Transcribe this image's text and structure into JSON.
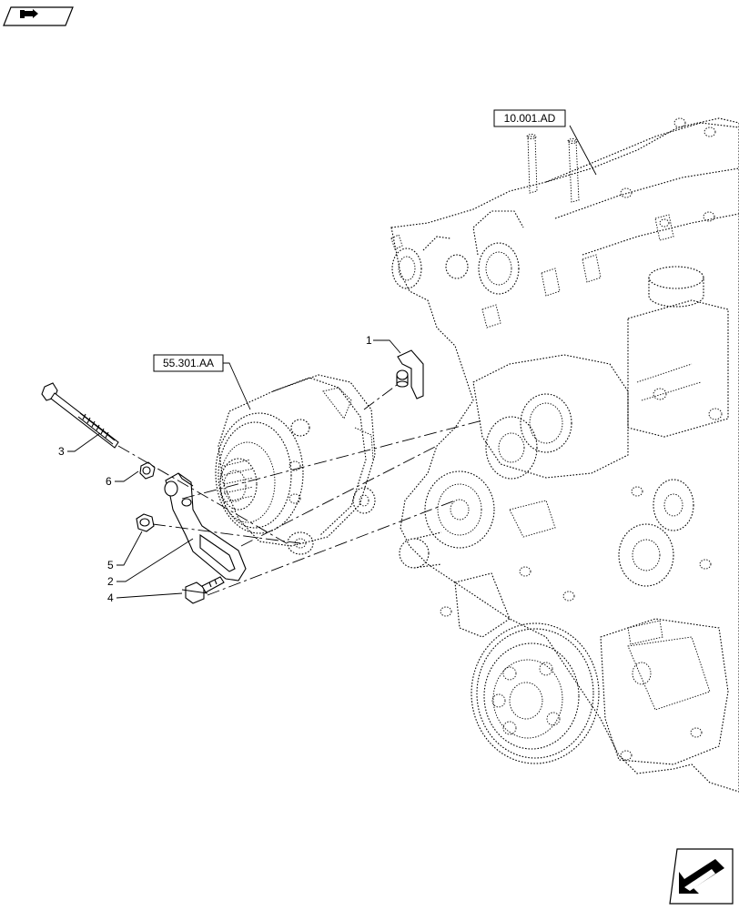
{
  "diagram": {
    "reference_labels": {
      "engine_ref": "10.001.AD",
      "alternator_ref": "55.301.AA"
    },
    "callouts": [
      {
        "id": "1",
        "label": "1"
      },
      {
        "id": "2",
        "label": "2"
      },
      {
        "id": "3",
        "label": "3"
      },
      {
        "id": "4",
        "label": "4"
      },
      {
        "id": "5",
        "label": "5"
      },
      {
        "id": "6",
        "label": "6"
      }
    ],
    "icons": {
      "top_left": "book-icon",
      "bottom_right": "arrow-icon"
    }
  }
}
